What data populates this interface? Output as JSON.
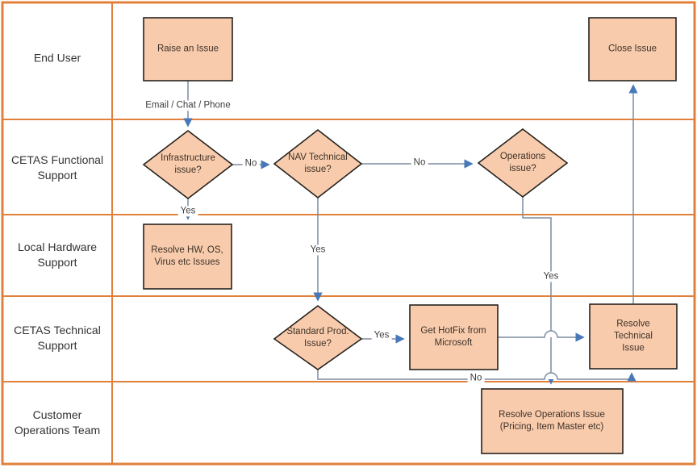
{
  "diagram": {
    "type": "swimlane-flowchart",
    "colors": {
      "lane_border": "#E0803A",
      "shape_fill": "#F8CBAD",
      "shape_border": "#26221d",
      "connector_line": "#7b8ba1",
      "arrowhead": "#4779b8"
    },
    "lanes": [
      {
        "label": "End User"
      },
      {
        "label": "CETAS Functional\nSupport"
      },
      {
        "label": "Local Hardware\nSupport"
      },
      {
        "label": "CETAS Technical\nSupport"
      },
      {
        "label": "Customer\nOperations Team"
      }
    ],
    "nodes": {
      "raise_issue": {
        "type": "process",
        "lane": "End User",
        "label": "Raise an Issue"
      },
      "close_issue": {
        "type": "process",
        "lane": "End User",
        "label": "Close Issue"
      },
      "infrastructure": {
        "type": "decision",
        "lane": "CETAS Functional Support",
        "label": "Infrastructure\nissue?"
      },
      "nav_technical": {
        "type": "decision",
        "lane": "CETAS Functional Support",
        "label": "NAV Technical\nissue?"
      },
      "operations": {
        "type": "decision",
        "lane": "CETAS Functional Support",
        "label": "Operations\nissue?"
      },
      "resolve_hw": {
        "type": "process",
        "lane": "Local Hardware Support",
        "label": "Resolve HW, OS,\nVirus etc Issues"
      },
      "standard_prod": {
        "type": "decision",
        "lane": "CETAS Technical Support",
        "label": "Standard Prod.\nIssue?"
      },
      "get_hotfix": {
        "type": "process",
        "lane": "CETAS Technical Support",
        "label": "Get HotFix from\nMicrosoft"
      },
      "resolve_technical": {
        "type": "process",
        "lane": "CETAS Technical Support",
        "label": "Resolve Technical\nIssue"
      },
      "resolve_operations": {
        "type": "process",
        "lane": "Customer Operations Team",
        "label": "Resolve Operations Issue\n(Pricing, Item Master etc)"
      }
    },
    "edges": {
      "raise_to_infrastructure": {
        "label": "Email / Chat / Phone"
      },
      "infrastructure_to_nav": {
        "label": "No"
      },
      "infrastructure_to_resolve_hw": {
        "label": "Yes"
      },
      "nav_to_operations": {
        "label": "No"
      },
      "nav_to_standard_prod": {
        "label": "Yes"
      },
      "operations_to_resolve_operations": {
        "label": "Yes"
      },
      "standard_prod_to_get_hotfix": {
        "label": "Yes"
      },
      "standard_prod_to_resolve_technical": {
        "label": "No"
      }
    }
  }
}
